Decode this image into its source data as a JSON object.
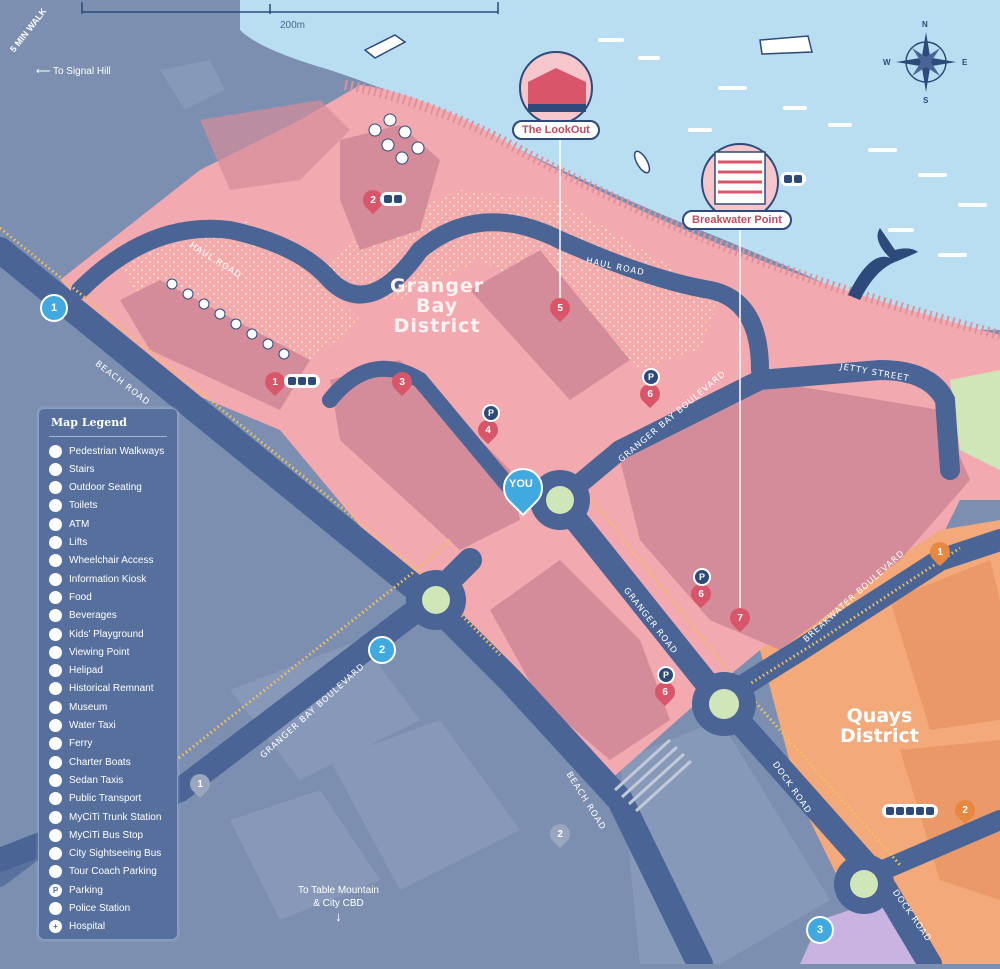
{
  "scale": {
    "label": "200m"
  },
  "walk_label": "5 MIN WALK",
  "signal_hill": {
    "arrow": "⟵",
    "text": "To Signal Hill"
  },
  "table_mountain": {
    "line1": "To Table Mountain",
    "line2": "& City CBD",
    "arrow": "↓"
  },
  "districts": {
    "granger": [
      "Granger",
      "Bay",
      "District"
    ],
    "quays": [
      "Quays",
      "District"
    ]
  },
  "you_label": "YOU",
  "callouts": {
    "lookout": "The LookOut",
    "breakwater": "Breakwater Point"
  },
  "compass": {
    "n": "N",
    "e": "E",
    "s": "S",
    "w": "W"
  },
  "roads": {
    "haul_road_1": "HAUL ROAD",
    "haul_road_2": "HAUL ROAD",
    "beach_road_1": "BEACH ROAD",
    "beach_road_2": "BEACH ROAD",
    "jetty_street": "JETTY STREET",
    "granger_bay_blvd_1": "GRANGER BAY BOULEVARD",
    "granger_bay_blvd_2": "GRANGER BAY BOULEVARD",
    "granger_road": "GRANGER ROAD",
    "breakwater_blvd": "BREAKWATER BOULEVARD",
    "dock_road_1": "DOCK ROAD",
    "dock_road_2": "DOCK ROAD"
  },
  "pins": {
    "p1": "1",
    "p2": "2",
    "p3": "3",
    "p4": "4",
    "p5": "5",
    "p6a": "6",
    "p6b": "6",
    "p6c": "6",
    "p7": "7",
    "quays1": "1",
    "quays2": "2",
    "hospital2": "2",
    "bus1": "1"
  },
  "taxi_badges": {
    "t1": "1",
    "t2": "2",
    "t3": "3"
  },
  "parking_letter": "P",
  "legend": {
    "title": "Map Legend",
    "items": [
      {
        "label": "Pedestrian Walkways",
        "icon": "walkway-icon"
      },
      {
        "label": "Stairs",
        "icon": "stairs-icon"
      },
      {
        "label": "Outdoor Seating",
        "icon": "umbrella-icon"
      },
      {
        "label": "Toilets",
        "icon": "toilets-icon"
      },
      {
        "label": "ATM",
        "icon": "atm-icon"
      },
      {
        "label": "Lifts",
        "icon": "lift-icon"
      },
      {
        "label": "Wheelchair Access",
        "icon": "wheelchair-icon"
      },
      {
        "label": "Information Kiosk",
        "icon": "info-icon"
      },
      {
        "label": "Food",
        "icon": "food-icon"
      },
      {
        "label": "Beverages",
        "icon": "cup-icon"
      },
      {
        "label": "Kids' Playground",
        "icon": "playground-icon"
      },
      {
        "label": "Viewing Point",
        "icon": "viewing-icon"
      },
      {
        "label": "Helipad",
        "icon": "helipad-icon"
      },
      {
        "label": "Historical Remnant",
        "icon": "remnant-icon"
      },
      {
        "label": "Museum",
        "icon": "museum-icon"
      },
      {
        "label": "Water Taxi",
        "icon": "water-taxi-icon"
      },
      {
        "label": "Ferry",
        "icon": "ferry-icon"
      },
      {
        "label": "Charter Boats",
        "icon": "boat-icon"
      },
      {
        "label": "Sedan Taxis",
        "icon": "taxi-icon"
      },
      {
        "label": "Public Transport",
        "icon": "transport-icon"
      },
      {
        "label": "MyCiTi Trunk Station",
        "icon": "trunk-station-icon"
      },
      {
        "label": "MyCiTi Bus Stop",
        "icon": "bus-stop-icon"
      },
      {
        "label": "City Sightseeing Bus",
        "icon": "sightseeing-bus-icon"
      },
      {
        "label": "Tour Coach Parking",
        "icon": "coach-icon"
      },
      {
        "label": "Parking",
        "icon": "parking-icon",
        "glyph": "P"
      },
      {
        "label": "Police Station",
        "icon": "police-icon"
      },
      {
        "label": "Hospital",
        "icon": "hospital-icon",
        "glyph": "+"
      }
    ]
  },
  "colors": {
    "sea": "#b9def2",
    "pink": "#f2aab0",
    "building_pink": "#d58c9a",
    "road": "#4a6595",
    "quays": "#f3a97a",
    "city": "#7d8fb0",
    "marker_red": "#d9566a",
    "marker_orange": "#e8873f",
    "taxi_blue": "#3fa9e0"
  }
}
